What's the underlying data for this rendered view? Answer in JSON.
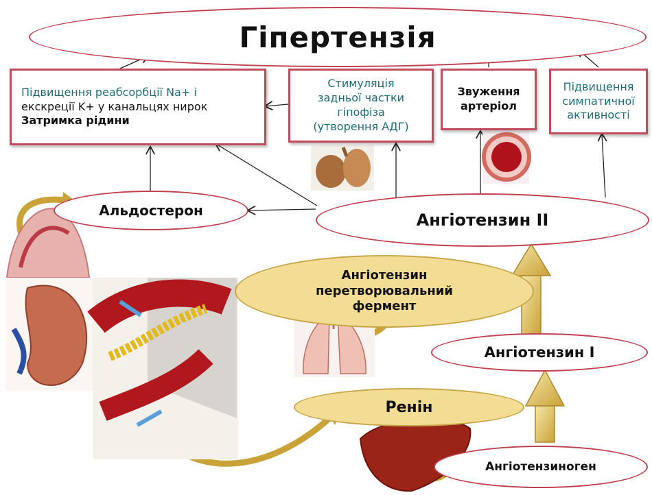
{
  "title": "Гіпертензія",
  "boxes": {
    "kidney_effect_line1": "Підвищення реабсорбції Na+ і",
    "kidney_effect_line2": "екскреції  K+ у канальцях нирок",
    "kidney_effect_bold": "Затримка рідини",
    "pituitary_line1": "Стимуляція",
    "pituitary_line2": "задньої частки",
    "pituitary_line3": "гіпофіза",
    "pituitary_line4": "(утворення АДГ)",
    "vessel_line1": "Звуження",
    "vessel_line2": "артеріол",
    "sympathetic_line1": "Підвищення",
    "sympathetic_line2": "симпатичної",
    "sympathetic_line3": "активності"
  },
  "nodes": {
    "aldosterone": "Альдостерон",
    "angiotensin2": "Ангіотензин II",
    "ace_line1": "Ангіотензин",
    "ace_line2": "перетворювальний",
    "ace_line3": "фермент",
    "angiotensin1": "Ангіотензин I",
    "renin": "Ренін",
    "angiotensinogen": "Ангіотензиноген"
  },
  "colors": {
    "outline_red": "#c0404f",
    "gold_fill": "#f3dd94",
    "teal_text": "#1f6a73"
  }
}
